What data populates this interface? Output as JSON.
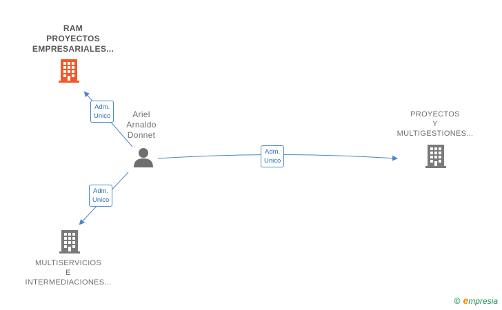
{
  "nodes": {
    "ram": {
      "lines": [
        "RAM",
        "PROYECTOS",
        "EMPRESARIALES..."
      ],
      "color": "#f05a28"
    },
    "person": {
      "lines": [
        "Ariel",
        "Arnaldo",
        "Donnet"
      ]
    },
    "proyectos": {
      "lines": [
        "PROYECTOS",
        "Y",
        "MULTIGESTIONES..."
      ]
    },
    "multiservicios": {
      "lines": [
        "MULTISERVICIOS",
        "E",
        "INTERMEDIACIONES..."
      ]
    }
  },
  "edges": [
    {
      "id": "to-ram",
      "label": [
        "Adm.",
        "Unico"
      ]
    },
    {
      "id": "to-multiservicios",
      "label": [
        "Adm.",
        "Unico"
      ]
    },
    {
      "id": "to-proyectos",
      "label": [
        "Adm.",
        "Unico"
      ]
    }
  ],
  "colors": {
    "edge": "#4a86c8",
    "building_gray": "#7a7a7a",
    "person_gray": "#6e6e6e"
  },
  "footer": {
    "copyright": "©",
    "brand_e": "e",
    "brand_rest": "mpresia"
  }
}
